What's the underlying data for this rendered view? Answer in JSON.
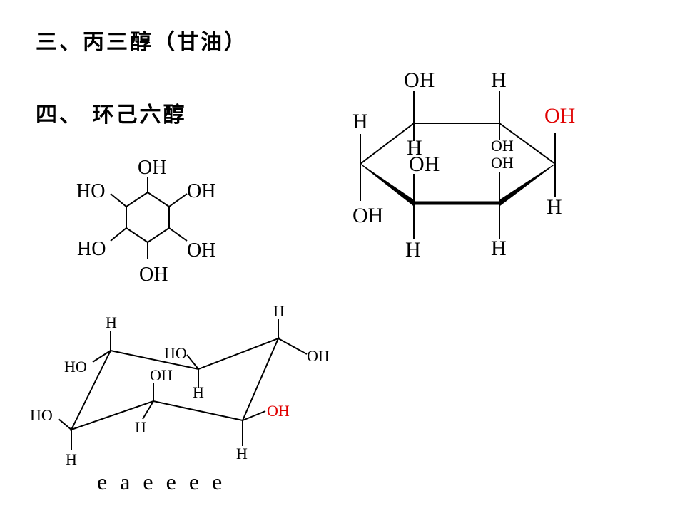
{
  "headings": {
    "glycerol": "三、丙三醇（甘油）",
    "cyclohexanol": "四、 环己六醇"
  },
  "structure1": {
    "oh": "OH",
    "ho": "HO"
  },
  "structure2": {
    "oh": "OH",
    "h": "H",
    "highlight_color": "#e00000"
  },
  "structure3": {
    "oh": "OH",
    "ho": "HO",
    "h": "H",
    "highlight_color": "#e00000"
  },
  "footer": {
    "positions": "e  a  e  e  e  e"
  }
}
